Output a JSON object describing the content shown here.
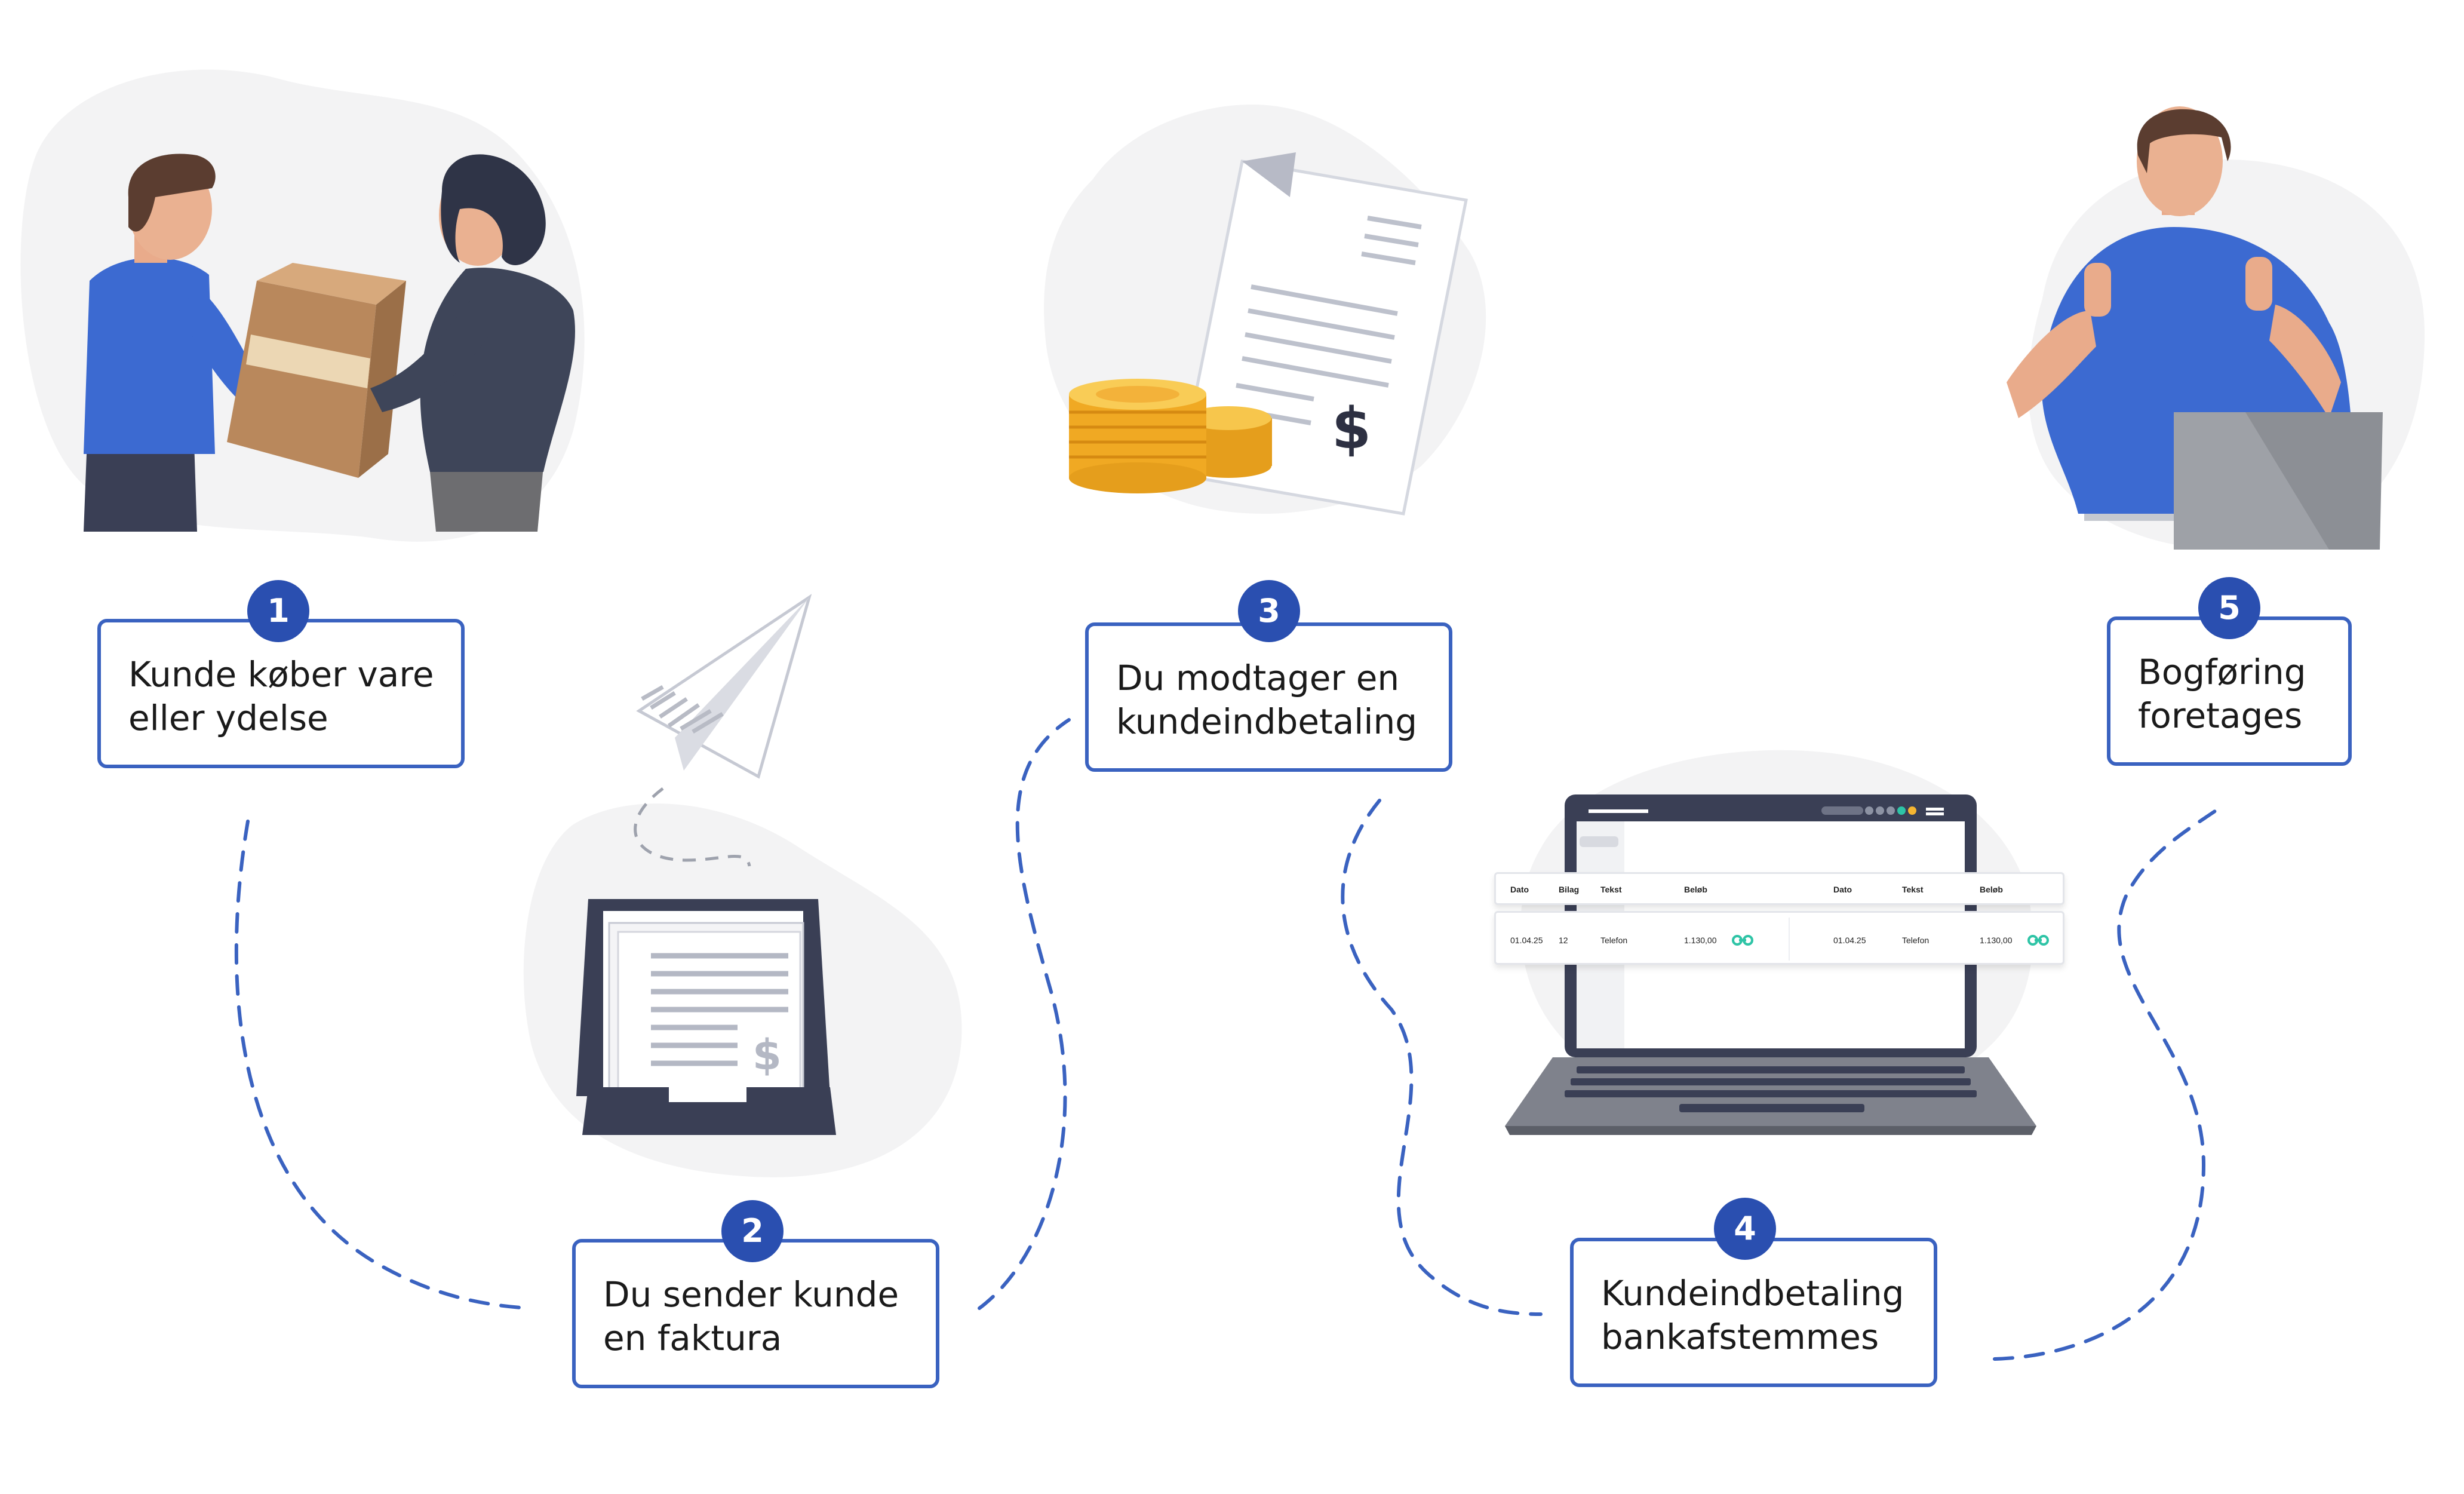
{
  "steps": [
    {
      "number": "1",
      "line1": "Kunde køber vare",
      "line2": "eller ydelse"
    },
    {
      "number": "2",
      "line1": "Du sender kunde",
      "line2": "en faktura"
    },
    {
      "number": "3",
      "line1": "Du modtager en",
      "line2": "kundeindbetaling"
    },
    {
      "number": "4",
      "line1": "Kundeindbetaling",
      "line2": "bankafstemmes"
    },
    {
      "number": "5",
      "line1": "Bogføring",
      "line2": "foretages"
    }
  ],
  "reconciliation_table": {
    "headers": {
      "date": "Dato",
      "voucher": "Bilag",
      "text": "Tekst",
      "amount": "Beløb",
      "bank_date": "Dato",
      "bank_text": "Tekst",
      "bank_amount": "Beløb"
    },
    "row": {
      "date": "01.04.25",
      "voucher": "12",
      "text": "Telefon",
      "amount": "1.130,00",
      "bank_date": "01.04.25",
      "bank_text": "Telefon",
      "bank_amount": "1.130,00"
    }
  },
  "colors": {
    "accent": "#2a4fb0",
    "box_border": "#3a62c0",
    "dash_line": "#3a62c0",
    "shirt_blue": "#3c6ad1",
    "coin_gold": "#f5b531",
    "match_teal": "#2ec4a6"
  },
  "icons": [
    "people-handing-box-illustration",
    "paper-plane-icon",
    "invoice-tray-icon",
    "invoice-document-icon",
    "coin-stack-icon",
    "laptop-illustration",
    "link-match-icon",
    "thumbs-up-man-illustration"
  ]
}
